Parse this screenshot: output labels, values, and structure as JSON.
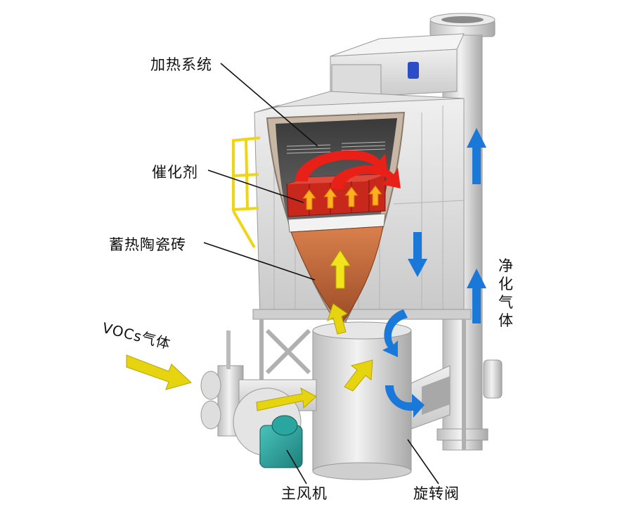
{
  "labels": {
    "heating_system": "加热系统",
    "catalyst": "催化剂",
    "ceramic_brick": "蓄热陶瓷砖",
    "voc_gas": "VOCs气体",
    "clean_gas": "净化气体",
    "main_fan": "主风机",
    "rotary_valve": "旋转阀"
  },
  "colors": {
    "flow_in_arrow": "#e6d410",
    "flow_clean_arrow": "#1a78d8",
    "heat_arrow": "#e82018",
    "catalyst_red": "#c8281c",
    "brick_brown": "#c06a3c",
    "fan_teal": "#2aa6a0",
    "platform_yellow": "#f0d418",
    "steel_grey": "#d8d8d8"
  }
}
